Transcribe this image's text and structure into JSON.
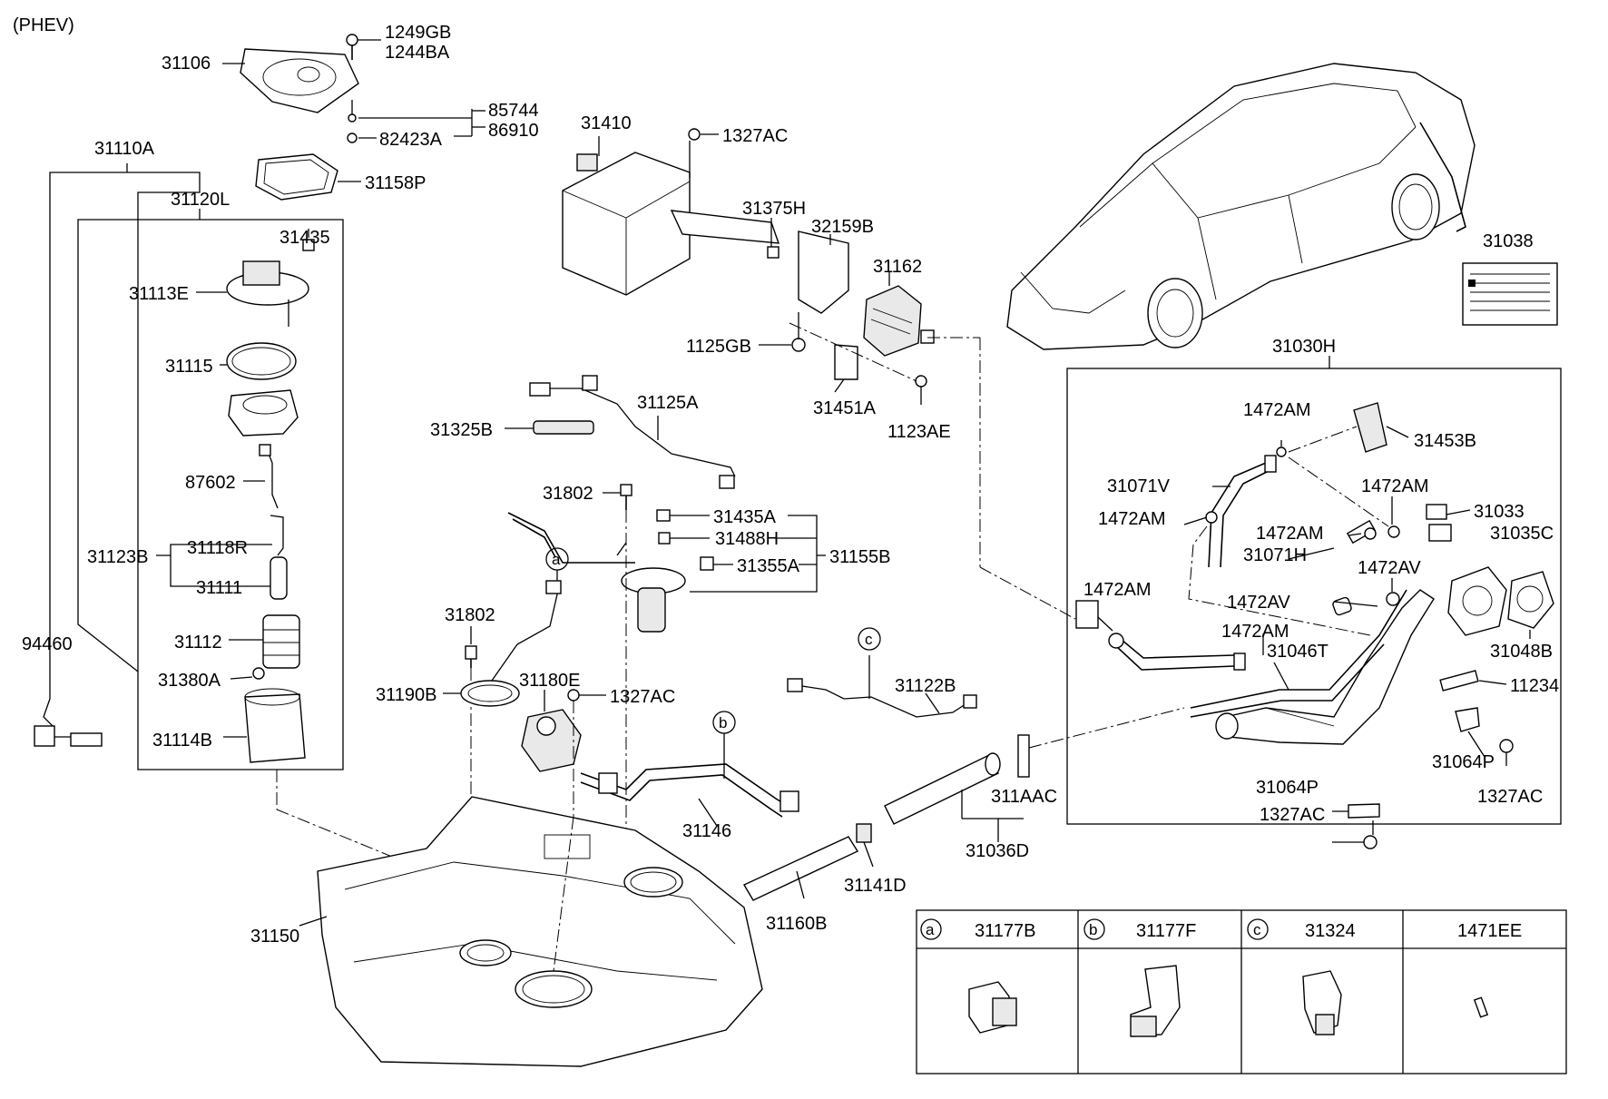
{
  "variant": "(PHEV)",
  "callouts": {
    "c_1249GB": "1249GB",
    "c_1244BA": "1244BA",
    "c_31106": "31106",
    "c_85744": "85744",
    "c_86910": "86910",
    "c_82423A": "82423A",
    "c_31110A": "31110A",
    "c_31120L": "31120L",
    "c_31158P": "31158P",
    "c_31435": "31435",
    "c_31113E": "31113E",
    "c_31115": "31115",
    "c_87602": "87602",
    "c_31123B": "31123B",
    "c_31118R": "31118R",
    "c_31111": "31111",
    "c_31112": "31112",
    "c_31380A": "31380A",
    "c_31114B": "31114B",
    "c_94460": "94460",
    "c_31410": "31410",
    "c_1327AC_top": "1327AC",
    "c_31375H": "31375H",
    "c_32159B": "32159B",
    "c_31162": "31162",
    "c_1125GB": "1125GB",
    "c_31451A": "31451A",
    "c_1123AE": "1123AE",
    "c_31125A": "31125A",
    "c_31325B": "31325B",
    "c_31802_top": "31802",
    "c_31435A": "31435A",
    "c_31488H": "31488H",
    "c_31155B": "31155B",
    "c_31355A": "31355A",
    "c_31802_mid": "31802",
    "c_31190B": "31190B",
    "c_31180E": "31180E",
    "c_1327AC_mid": "1327AC",
    "c_31146": "31146",
    "c_31122B": "31122B",
    "c_311AAC": "311AAC",
    "c_31036D": "31036D",
    "c_31141D": "31141D",
    "c_31160B": "31160B",
    "c_31150": "31150",
    "c_31038": "31038",
    "c_31030H": "31030H",
    "c_1472AM_1": "1472AM",
    "c_31453B": "31453B",
    "c_31071V": "31071V",
    "c_1472AM_2": "1472AM",
    "c_1472AM_3": "1472AM",
    "c_31033": "31033",
    "c_1472AM_4": "1472AM",
    "c_31035C": "31035C",
    "c_31071H": "31071H",
    "c_1472AV_1": "1472AV",
    "c_1472AM_5": "1472AM",
    "c_1472AV_2": "1472AV",
    "c_1472AM_6": "1472AM",
    "c_31046T": "31046T",
    "c_31048B": "31048B",
    "c_11234": "11234",
    "c_31064P_1": "31064P",
    "c_31064P_2": "31064P",
    "c_1327AC_r1": "1327AC",
    "c_1327AC_r2": "1327AC"
  },
  "markers": {
    "a": "a",
    "b": "b",
    "c": "c"
  },
  "clip_table": {
    "cells": [
      {
        "marker": "a",
        "part": "31177B"
      },
      {
        "marker": "b",
        "part": "31177F"
      },
      {
        "marker": "c",
        "part": "31324"
      },
      {
        "marker": "",
        "part": "1471EE"
      }
    ]
  }
}
